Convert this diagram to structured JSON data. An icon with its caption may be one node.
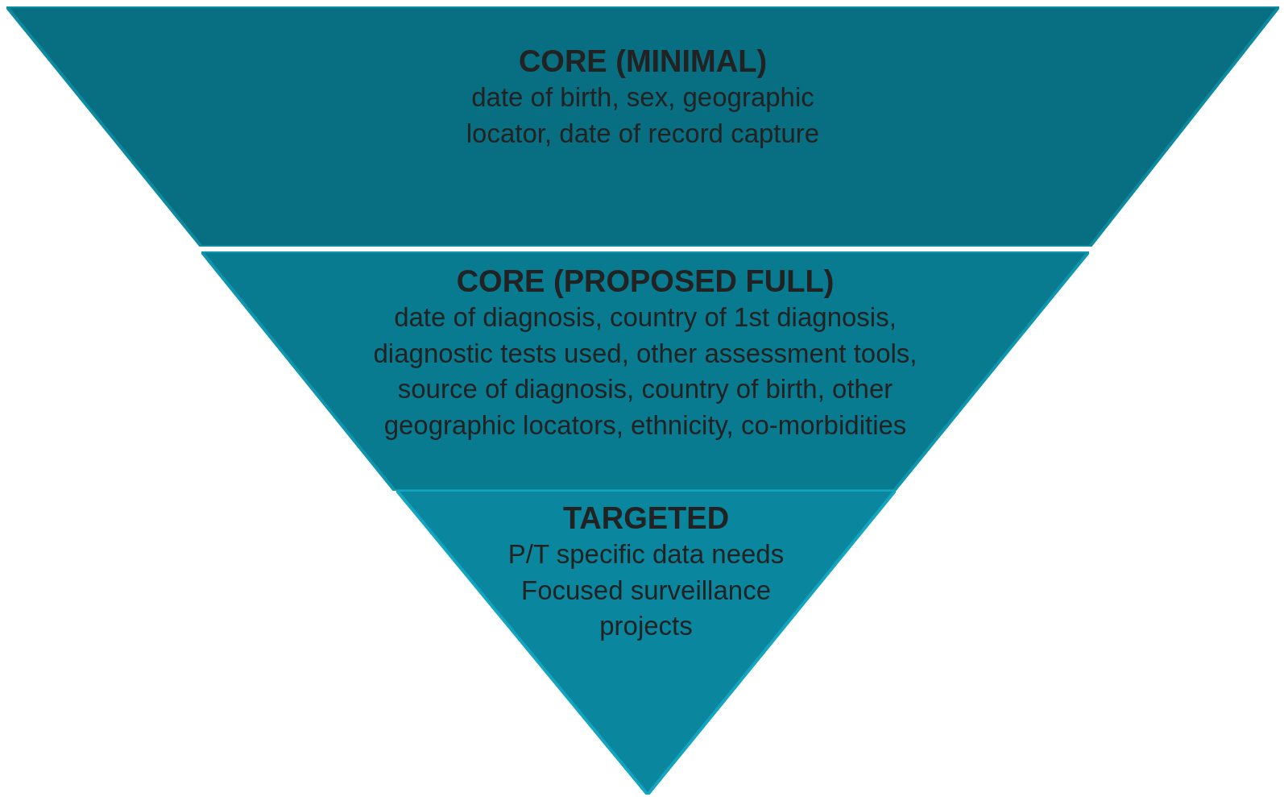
{
  "diagram": {
    "nodes": [
      {
        "text": [
          "CORE (MINIMAL)",
          "date of birth, sex, geographic locator, date of record capture"
        ]
      },
      {
        "text": [
          "CORE (PROPOSED FULL)",
          "date of diagnosis, country of 1st diagnosis, diagnostic tests used, other assessment tools, source of diagnosis, country of birth, other geographic locators, ethnicity, co-morbidities"
        ]
      },
      {
        "text": [
          "TARGETED",
          "P/T specific data needs",
          "Focused surveillance projects"
        ]
      }
    ]
  }
}
